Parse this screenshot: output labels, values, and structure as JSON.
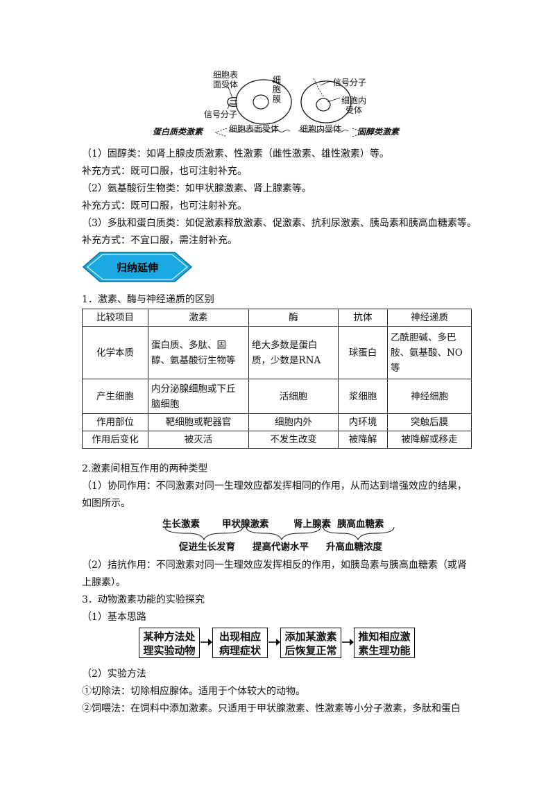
{
  "diagram": {
    "cell_left_label1": "细胞表",
    "cell_left_label2": "面受体",
    "membrane_label1": "细",
    "membrane_label2": "胞",
    "membrane_label3": "膜",
    "signal_left": "信号分子",
    "signal_right": "信号分子",
    "receptor_inner1": "细胞内",
    "receptor_inner2": "受体",
    "hw_left": "蛋白质类激素",
    "surface_receptor": "细胞表面受体",
    "inner_receptor": "细胞内受体",
    "hw_right": "固醇类激素"
  },
  "paragraphs": {
    "p1": "（1）固醇类：如肾上腺皮质激素、性激素（雌性激素、雄性激素）等。",
    "p2": "补充方式：既可口服，也可注射补充。",
    "p3": "（2）氨基酸衍生物类：如甲状腺激素、肾上腺素等。",
    "p4": "补充方式：既可口服，也可注射补充。",
    "p5": "（3）多肽和蛋白质类：如促激素释放激素、促激素、抗利尿激素、胰岛素和胰高血糖素等。",
    "p6": "补充方式：不宜口服，需注射补充。"
  },
  "badge": {
    "label": "归纳延伸"
  },
  "section1": {
    "title": "1．激素、酶与神经递质的区别"
  },
  "table": {
    "headers": [
      "比较项目",
      "激素",
      "酶",
      "抗体",
      "神经递质"
    ],
    "rows": [
      {
        "item": "化学本质",
        "hormone_l1": "蛋白质、多肽、固",
        "hormone_l2": "醇、氨基酸衍生物等",
        "enzyme_l1": "绝大多数是蛋白",
        "enzyme_l2": "质，少数是RNA",
        "antibody": "球蛋白",
        "nt_l1": "乙酰胆碱、多巴",
        "nt_l2": "胺、氨基酸、NO",
        "nt_l3": "等"
      },
      {
        "item": "产生细胞",
        "hormone_l1": "内分泌腺细胞或下丘",
        "hormone_l2": "脑细胞",
        "enzyme": "活细胞",
        "antibody": "浆细胞",
        "nt": "神经细胞"
      },
      {
        "item": "作用部位",
        "hormone": "靶细胞或靶器官",
        "enzyme": "细胞内外",
        "antibody": "内环境",
        "nt": "突触后膜"
      },
      {
        "item": "作用后变化",
        "hormone": "被灭活",
        "enzyme": "不发生改变",
        "antibody": "被降解",
        "nt": "被降解或移走"
      }
    ]
  },
  "section2": {
    "title": "2.激素间相互作用的两种类型",
    "synergy_l1": "（1）协同作用：不同激素对同一生理效应都发挥相同的作用，从而达到增强效应的结果，",
    "synergy_l2": "如图所示。",
    "antagonism_l1": "（2）拮抗作用：不同激素对同一生理效应发挥相反的作用，如胰岛素与胰高血糖素（或肾",
    "antagonism_l2": "上腺素）。"
  },
  "synergy_diagram": {
    "h1": "生长激素",
    "h2": "甲状腺激素",
    "h3": "肾上腺素",
    "h4": "胰高血糖素",
    "e1": "促进生长发育",
    "e2": "提高代谢水平",
    "e3": "升高血糖浓度"
  },
  "section3": {
    "title": "3．动物激素功能的实验探究",
    "sub1": "（1）基本思路",
    "sub2": "（2）实验方法",
    "m1": "①切除法：切除相应腺体。适用于个体较大的动物。",
    "m2": "②饲喂法：在饲料中添加激素。只适用于甲状腺激素、性激素等小分子激素，多肽和蛋白"
  },
  "flow": [
    {
      "l1": "某种方法处",
      "l2": "理实验动物"
    },
    {
      "l1": "出现相应",
      "l2": "病理症状"
    },
    {
      "l1": "添加某激素",
      "l2": "后恢复正常"
    },
    {
      "l1": "推知相应激",
      "l2": "素生理功能"
    }
  ]
}
